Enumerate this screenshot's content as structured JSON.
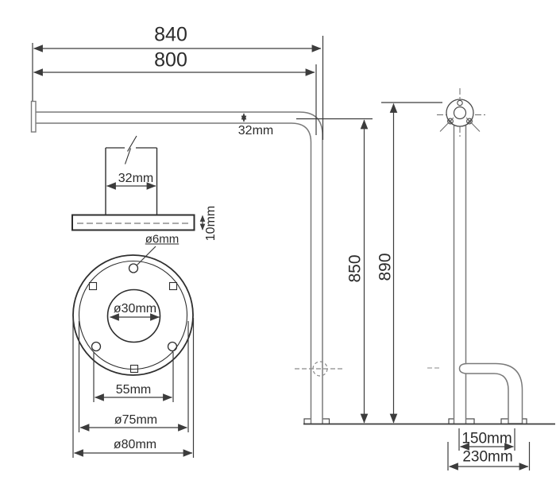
{
  "drawing": {
    "front_view": {
      "overall_length": "840",
      "bar_length": "800",
      "bar_tube_od": "32mm",
      "height_to_bar": "850",
      "height_overall": "890"
    },
    "flange_detail": {
      "tube_od": "32mm",
      "plate_thickness": "10mm",
      "screw_hole_dia": "ø6mm",
      "center_hole_dia": "ø30mm",
      "hole_spacing": "55mm",
      "bolt_circle_dia": "ø75mm",
      "flange_outer_dia": "ø80mm"
    },
    "side_view": {
      "foot_spacing": "150mm",
      "base_depth": "230mm"
    },
    "colors": {
      "dimension_line": "#3c3c3c",
      "tube_outline": "#7a7a7a",
      "detail_outline": "#2e2e2e",
      "background": "#ffffff"
    }
  }
}
